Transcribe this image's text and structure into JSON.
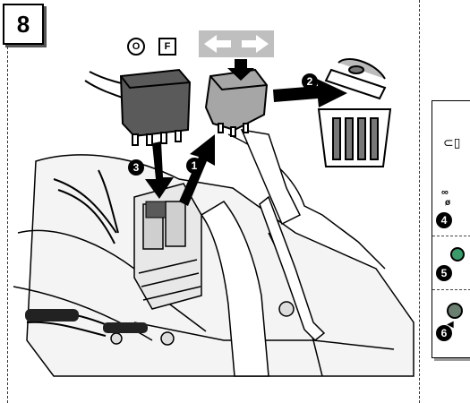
{
  "step": {
    "number": "8"
  },
  "relay_labels": {
    "o": "O",
    "f": "F"
  },
  "callouts": {
    "one": "1",
    "two": "2",
    "three": "3",
    "four": "4",
    "five": "5",
    "six": "6"
  },
  "colors": {
    "relay_dark": "#5a5a5a",
    "relay_light": "#a6a6a6",
    "arrow": "#000000",
    "tile": "#bfbfbf"
  }
}
